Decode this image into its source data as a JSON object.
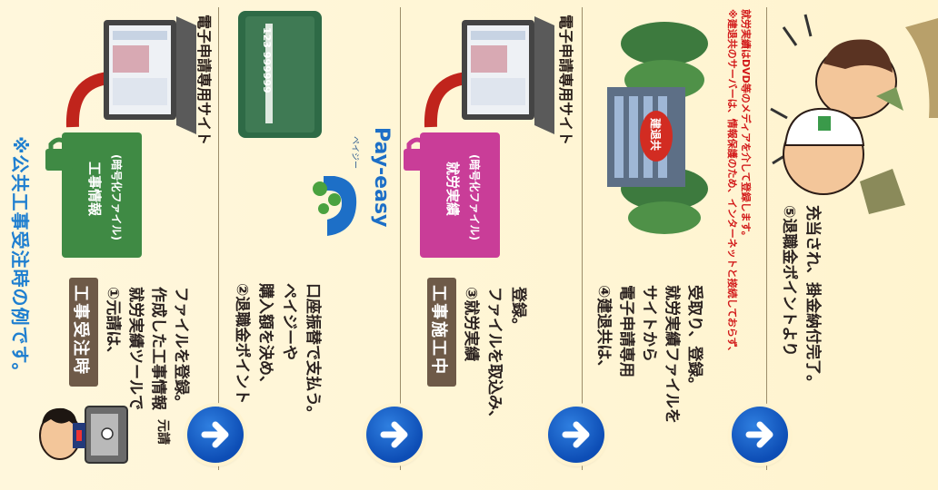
{
  "title": "※公共工事受注時の例です。",
  "phases": {
    "phase1": "工事受注時",
    "phase2": "工事施工中"
  },
  "actor": "元請",
  "site_label_1": "電子申請専用サイト",
  "site_label_2": "電子申請専用サイト",
  "doc_1": {
    "line1": "工事情報",
    "line2": "(暗号化ファイル)"
  },
  "doc_2": {
    "line1": "就労実績",
    "line2": "(暗号化ファイル)"
  },
  "building_label": "建退共",
  "payeasy": {
    "brand": "Pay-easy",
    "ruby": "ペイジー"
  },
  "card_text": "123 999999",
  "steps": {
    "s1": [
      "①元請は、",
      "就労実績ツールで",
      "作成した工事情報",
      "ファイルを登録。"
    ],
    "s2": [
      "②退職金ポイント",
      "購入額を決め、",
      "ペイジーや",
      "口座振替で支払う。"
    ],
    "s3": [
      "③就労実績",
      "ファイルを取込み、",
      "登録。"
    ],
    "s4": [
      "④建退共は、",
      "電子申請専用",
      "サイトから",
      "就労実績ファイルを",
      "受取り、登録。"
    ],
    "s5": [
      "⑤退職金ポイントより",
      "充当され、掛金納付完了。"
    ]
  },
  "note": [
    "※建退共のサーバーは、情報保護のため、インターネットと接続しておらず、",
    "就労実績はDVD等のメディアを介して登録します。"
  ],
  "colors": {
    "accent_blue": "#1f7fd0",
    "badge_brown": "#6e5a48",
    "green": "#3f8a44",
    "pink": "#c93d98",
    "red": "#d21a1a"
  }
}
